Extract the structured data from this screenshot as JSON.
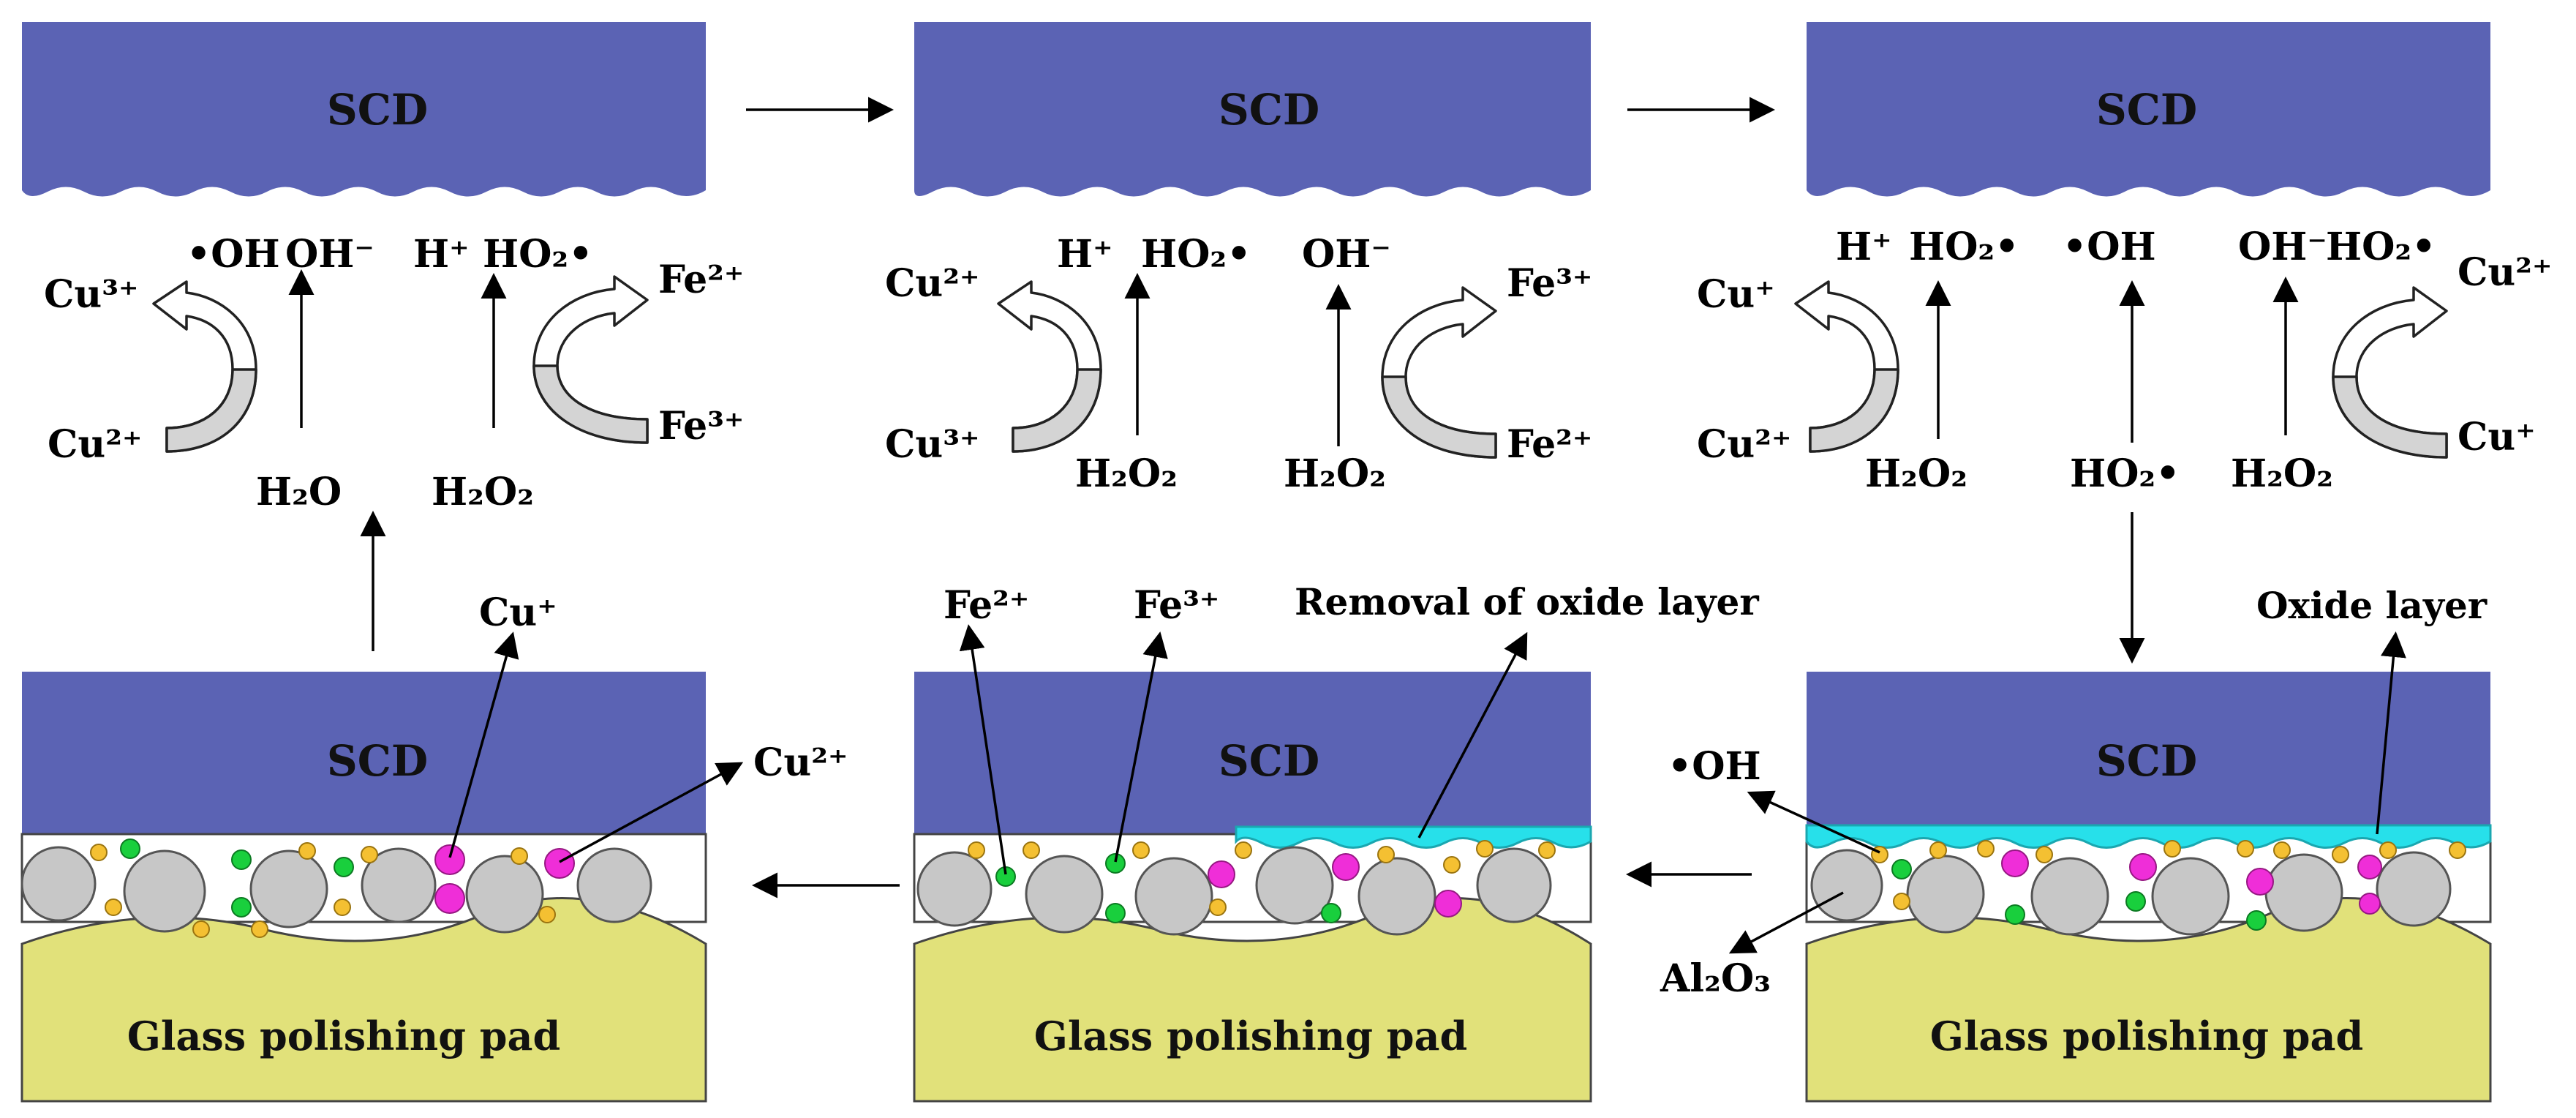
{
  "labels": {
    "scd": "SCD",
    "pad": "Glass polishing pad",
    "removal": "Removal of oxide layer",
    "oxide": "Oxide layer",
    "al2o3": "Al₂O₃"
  },
  "species": {
    "h2o": "H₂O",
    "h2o2": "H₂O₂",
    "oh_rad": "•OH",
    "oh_minus": "OH⁻",
    "h_plus": "H⁺",
    "ho2_rad": "HO₂•",
    "cu_plus": "Cu⁺",
    "cu2": "Cu²⁺",
    "cu3": "Cu³⁺",
    "fe2": "Fe²⁺",
    "fe3": "Fe³⁺"
  },
  "colors": {
    "scd": "#5b63b4",
    "pad": "#e1e17a",
    "oxide": "#27e0ea",
    "al2o3_particle": "#c7c7c7",
    "dot_yellow": "#f4c032",
    "dot_green": "#19cf3d",
    "dot_magenta": "#ef2ed8"
  }
}
